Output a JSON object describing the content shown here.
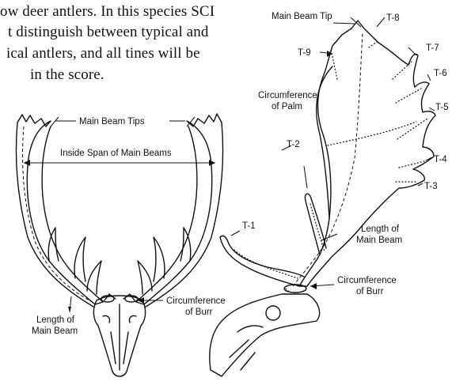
{
  "intro_text": {
    "line1": "ow deer antlers. In this species SCI",
    "line2": "t distinguish between typical and",
    "line3": "ical antlers, and all tines will be",
    "line4": "in the score."
  },
  "front_view": {
    "main_beam_tips": "Main Beam Tips",
    "inside_span": "Inside Span of Main Beams",
    "length_main_beam_1": "Length of",
    "length_main_beam_2": "Main Beam",
    "circumference_burr_1": "Circumference",
    "circumference_burr_2": "of Burr"
  },
  "side_view": {
    "main_beam_tip": "Main Beam Tip",
    "tines": [
      "T-1",
      "T-2",
      "T-3",
      "T-4",
      "T-5",
      "T-6",
      "T-7",
      "T-8",
      "T-9"
    ],
    "circumference_palm_1": "Circumference",
    "circumference_palm_2": "of Palm",
    "length_main_beam_1": "Length of",
    "length_main_beam_2": "Main Beam",
    "circumference_burr_1": "Circumference",
    "circumference_burr_2": "of Burr"
  }
}
